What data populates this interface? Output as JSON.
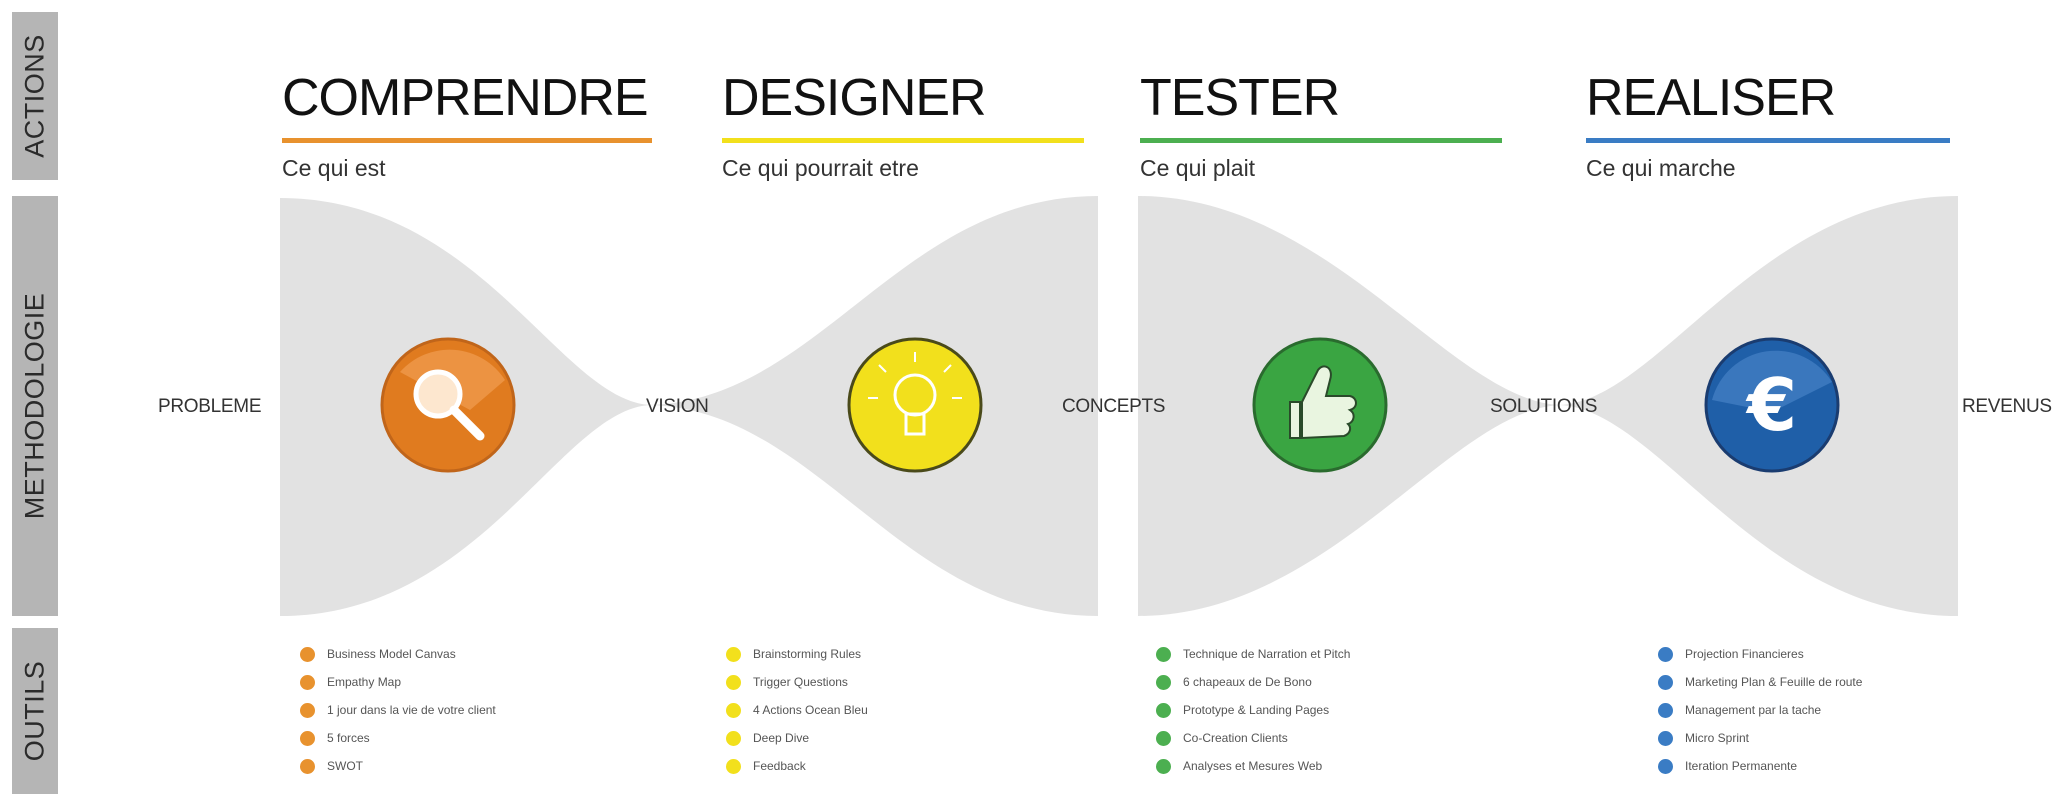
{
  "side_labels": {
    "actions": "ACTIONS",
    "methodologie": "METHODOLOGIE",
    "outils": "OUTILS"
  },
  "phases": [
    {
      "title": "COMPRENDRE",
      "subtitle": "Ce qui est",
      "color": "#e8922e",
      "icon": "magnifier-icon"
    },
    {
      "title": "DESIGNER",
      "subtitle": "Ce qui pourrait etre",
      "color": "#f2e01c",
      "icon": "lightbulb-icon"
    },
    {
      "title": "TESTER",
      "subtitle": "Ce qui plait",
      "color": "#4caf50",
      "icon": "thumbs-up-icon"
    },
    {
      "title": "REALISER",
      "subtitle": "Ce qui marche",
      "color": "#3a7cc4",
      "icon": "euro-icon"
    }
  ],
  "stages": [
    "PROBLEME",
    "VISION",
    "CONCEPTS",
    "SOLUTIONS",
    "REVENUS"
  ],
  "tools": [
    [
      "Business Model Canvas",
      "Empathy Map",
      "1 jour dans la vie de votre client",
      "5 forces",
      "SWOT"
    ],
    [
      "Brainstorming Rules",
      "Trigger Questions",
      "4 Actions Ocean Bleu",
      "Deep Dive",
      "Feedback"
    ],
    [
      "Technique de Narration et Pitch",
      "6 chapeaux de De Bono",
      "Prototype & Landing Pages",
      "Co-Creation Clients",
      "Analyses et Mesures Web"
    ],
    [
      "Projection Financieres",
      "Marketing Plan & Feuille de route",
      "Management par la tache",
      "Micro Sprint",
      "Iteration Permanente"
    ]
  ]
}
